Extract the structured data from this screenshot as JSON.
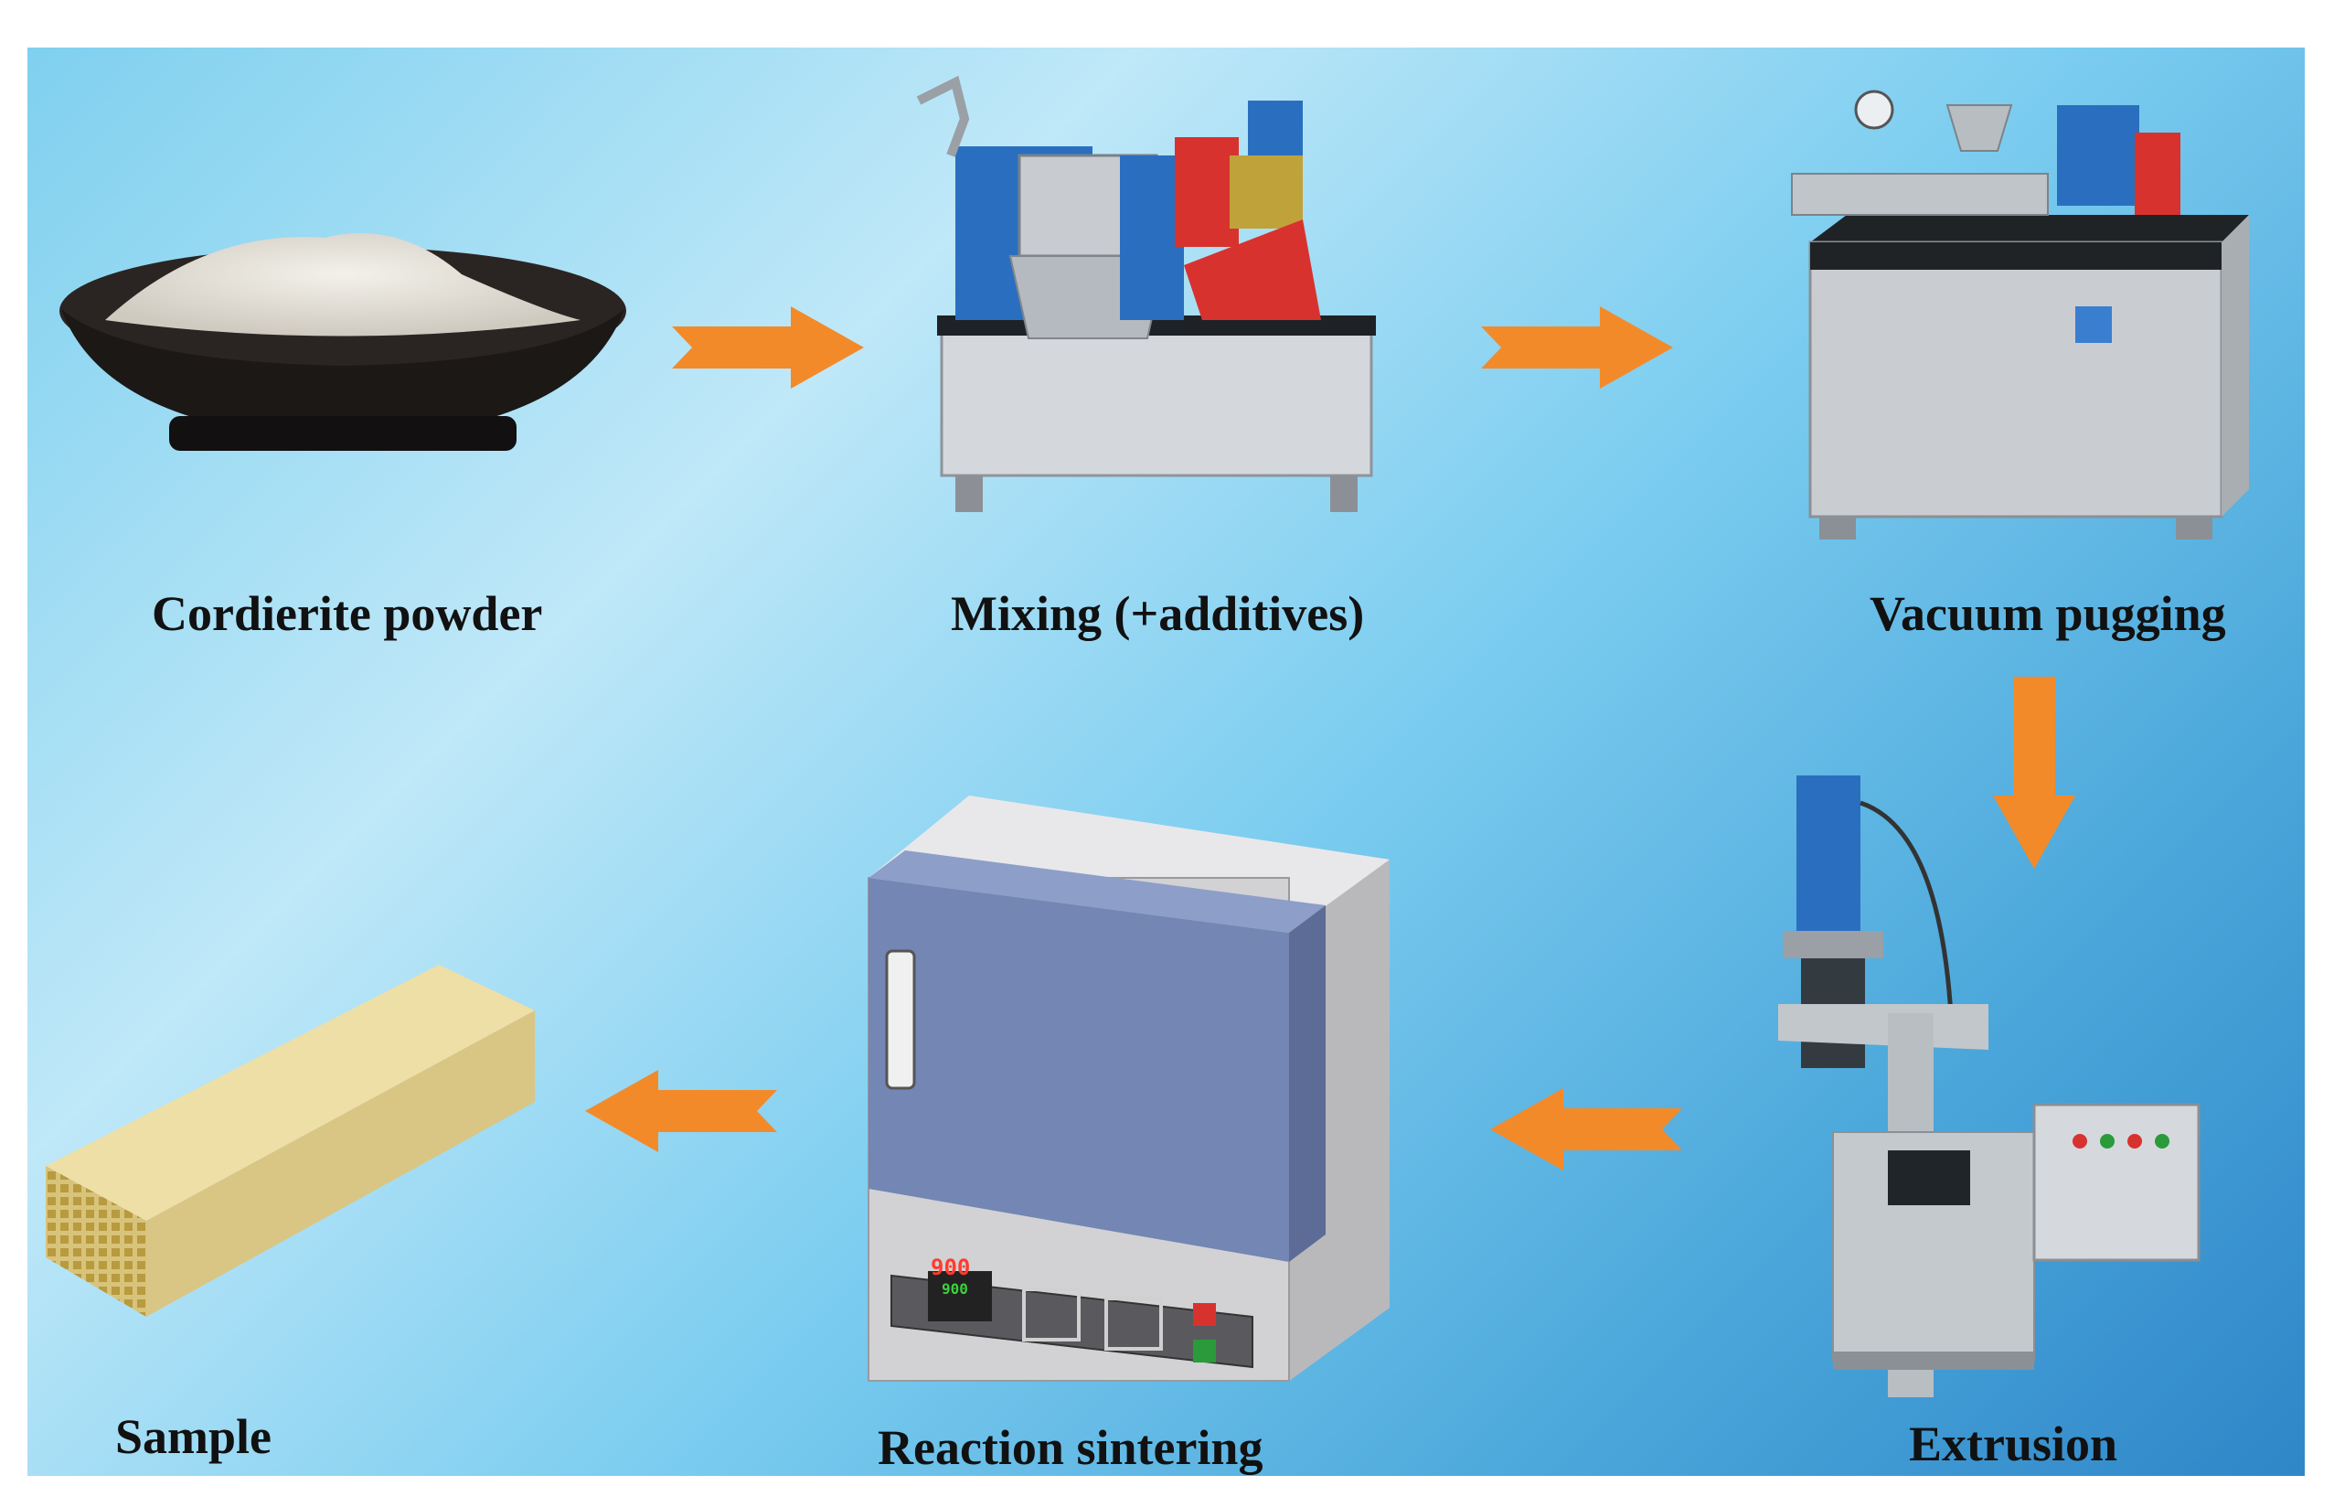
{
  "steps": [
    {
      "id": "powder",
      "label": "Cordierite powder"
    },
    {
      "id": "mixing",
      "label": "Mixing (+additives)"
    },
    {
      "id": "pugging",
      "label": "Vacuum pugging"
    },
    {
      "id": "extrusion",
      "label": "Extrusion"
    },
    {
      "id": "sintering",
      "label": "Reaction sintering"
    },
    {
      "id": "sample",
      "label": "Sample"
    }
  ],
  "furnace_display": {
    "pv": "900",
    "sv": "900"
  },
  "colors": {
    "arrow": "#f38a2a",
    "background_top": "#bfe8f8",
    "background_bottom": "#2f86c8",
    "furnace_door": "#7386b4",
    "sample": "#e6d59a"
  }
}
